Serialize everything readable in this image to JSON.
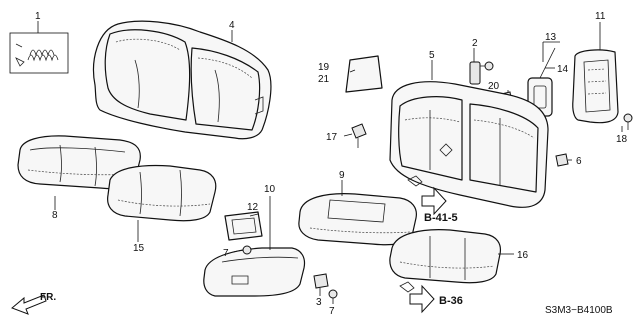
{
  "diagram_code": "S3M3−B4100B",
  "direction_label": "FR.",
  "reference_labels": {
    "ref_a": "B-41-5",
    "ref_b": "B-36"
  },
  "callouts": {
    "c1": "1",
    "c2": "2",
    "c3": "3",
    "c4": "4",
    "c5": "5",
    "c6": "6",
    "c7a": "7",
    "c7b": "7",
    "c8": "8",
    "c9": "9",
    "c10": "10",
    "c11": "11",
    "c12": "12",
    "c13": "13",
    "c14": "14",
    "c15": "15",
    "c16": "16",
    "c17": "17",
    "c18": "18",
    "c19": "19",
    "c20": "20",
    "c21": "21"
  }
}
